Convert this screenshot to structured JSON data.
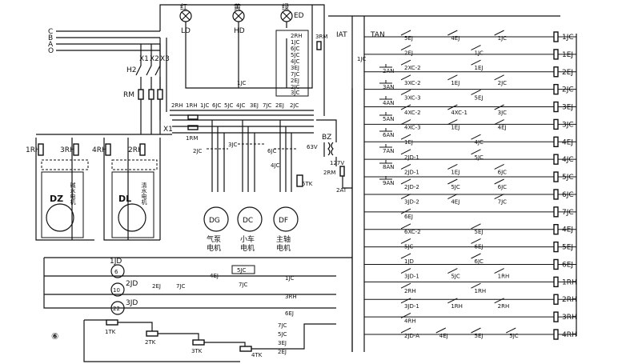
{
  "figure_number": "⑥",
  "bus_labels": [
    "C",
    "B",
    "A",
    "O"
  ],
  "lamps": [
    {
      "color_cn": "红",
      "code": "LD"
    },
    {
      "color_cn": "黄",
      "code": "HD"
    },
    {
      "color_cn": "绿",
      "code": "ED"
    }
  ],
  "switch_labels": {
    "x1": "X1",
    "x2": "X2",
    "x3": "X3",
    "h2": "H2",
    "rm": "RM",
    "x1_lower": "X1",
    "irm": "1RM",
    "bz": "BZ",
    "v63": "63V",
    "v127": "127V",
    "rm2": "2RM",
    "tk5": "5TK",
    "rm3": "3RM",
    "iat": "IAT",
    "tan": "TAN",
    "at2": "2AT",
    "ic_top": "1JC",
    "ic_mid": "1JC"
  },
  "terminal_strip": [
    "2RH",
    "1RH",
    "1JC",
    "6JC",
    "5JC",
    "4JC",
    "3EJ",
    "7JC",
    "2EJ",
    "2JC"
  ],
  "vertical_contact_labels": [
    "2RH",
    "1JC",
    "6JC",
    "5JC",
    "4JC",
    "3EJ",
    "7JC",
    "2EJ",
    "2JC",
    "3JC",
    "4JC"
  ],
  "motor_contact_labels": [
    "2JC",
    "3JC",
    "6JC",
    "4JC"
  ],
  "heater_labels": [
    "1RH",
    "3RH",
    "4RH",
    "2RH"
  ],
  "pumps": [
    {
      "code": "DZ",
      "name_cn": "碱水电机"
    },
    {
      "code": "DL",
      "name_cn": "清水电机"
    }
  ],
  "motors": [
    {
      "code": "DG",
      "name_line1": "气泵",
      "name_line2": "电机"
    },
    {
      "code": "DC",
      "name_line1": "小车",
      "name_line2": "电机"
    },
    {
      "code": "DF",
      "name_line1": "主轴",
      "name_line2": "电机"
    }
  ],
  "timers": [
    {
      "code": "1JD",
      "value": "6"
    },
    {
      "code": "2JD",
      "value": "10"
    },
    {
      "code": "3JD",
      "value": "22"
    }
  ],
  "timer_contacts": [
    "1TK",
    "2TK",
    "3TK",
    "4TK"
  ],
  "lower_left_row": [
    "2EJ",
    "7JC",
    "4EJ",
    "5JC",
    "7JC",
    "1JC"
  ],
  "lower_left_extra": [
    "3RH",
    "6EJ",
    "7JC",
    "5JC",
    "3EJ",
    "2EJ"
  ],
  "coils": [
    "1JC",
    "1EJ",
    "2EJ",
    "2JC",
    "3EJ",
    "3JC",
    "4EJ",
    "4JC",
    "5JC",
    "6JC",
    "7JC",
    "4EJ",
    "5EJ",
    "6EJ",
    "1RH",
    "2RH",
    "3RH",
    "4RH"
  ],
  "rung_buttons": [
    "2AN",
    "3AN",
    "4AN",
    "5AN",
    "6AN",
    "7AN",
    "8AN",
    "9AN"
  ],
  "rung_labels": [
    [
      "5EJ",
      "4EJ",
      "1JC"
    ],
    [
      "2EJ",
      "1JC"
    ],
    [
      "2XC-2",
      "1EJ"
    ],
    [
      "3XC-2",
      "1EJ",
      "2JC"
    ],
    [
      "3XC-3",
      "5EJ"
    ],
    [
      "4XC-2",
      "4XC-1",
      "3JC"
    ],
    [
      "4XC-3",
      "1EJ",
      "4EJ"
    ],
    [
      "1EJ",
      "4JC"
    ],
    [
      "2JD-1",
      "5JC"
    ],
    [
      "2JD-1",
      "1EJ",
      "6JC"
    ],
    [
      "2JD-2",
      "5JC",
      "6JC"
    ],
    [
      "3JD-2",
      "4EJ",
      "7JC"
    ],
    [
      "6EJ"
    ],
    [
      "6XC-2",
      "5EJ"
    ],
    [
      "5JC",
      "6EJ"
    ],
    [
      "1JD",
      "6JC"
    ],
    [
      "3JD-1",
      "5JC",
      "1RH"
    ],
    [
      "2RH",
      "1RH"
    ],
    [
      "3JD-1",
      "1RH",
      "2RH"
    ],
    [
      "4RH"
    ],
    [
      "2JD-A",
      "4EJ",
      "5EJ",
      "5JC"
    ]
  ]
}
